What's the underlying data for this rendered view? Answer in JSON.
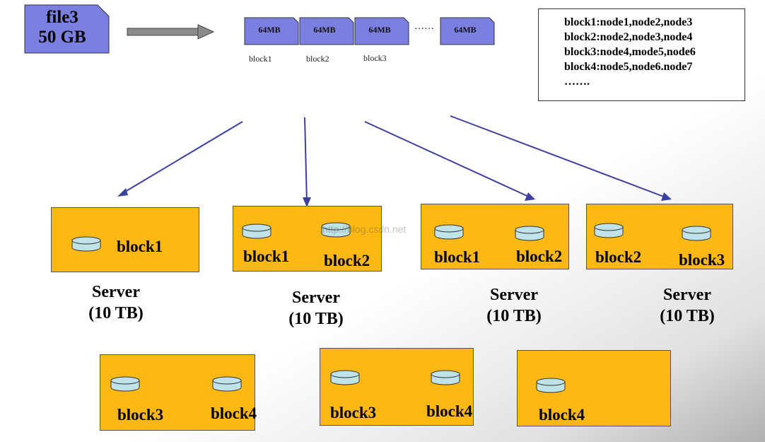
{
  "file": {
    "name": "file3",
    "size": "50 GB"
  },
  "chunks": [
    {
      "size": "64MB",
      "label": "block1"
    },
    {
      "size": "64MB",
      "label": "block2"
    },
    {
      "size": "64MB",
      "label": "block3"
    },
    {
      "size": "64MB",
      "label": ""
    }
  ],
  "chunk_ellipsis": "……",
  "mapping": [
    "block1:node1,node2,node3",
    "block2:node2,node3,node4",
    "block3:node4,mode5,node6",
    "block4:node5,node6.node7",
    "……."
  ],
  "servers_top": [
    {
      "blocks": [
        "block1"
      ],
      "caption_line1": "Server",
      "caption_line2": "(10 TB)"
    },
    {
      "blocks": [
        "block1",
        "block2"
      ],
      "caption_line1": "Server",
      "caption_line2": "(10 TB)"
    },
    {
      "blocks": [
        "block1",
        "block2"
      ],
      "caption_line1": "Server",
      "caption_line2": "(10 TB)"
    },
    {
      "blocks": [
        "block2",
        "block3"
      ],
      "caption_line1": "Server",
      "caption_line2": "(10 TB)"
    }
  ],
  "servers_bottom": [
    {
      "blocks": [
        "block3",
        "block4"
      ]
    },
    {
      "blocks": [
        "block3",
        "block4"
      ]
    },
    {
      "blocks": [
        "block4"
      ]
    }
  ],
  "watermark": "http://blog.csdn.net",
  "colors": {
    "chunk_fill": "#7B7FE0",
    "server_fill": "#FDB813",
    "disk_fill": "#BFE3E8",
    "arrow": "#3A3FA0",
    "big_arrow": "#8A8A8A"
  }
}
